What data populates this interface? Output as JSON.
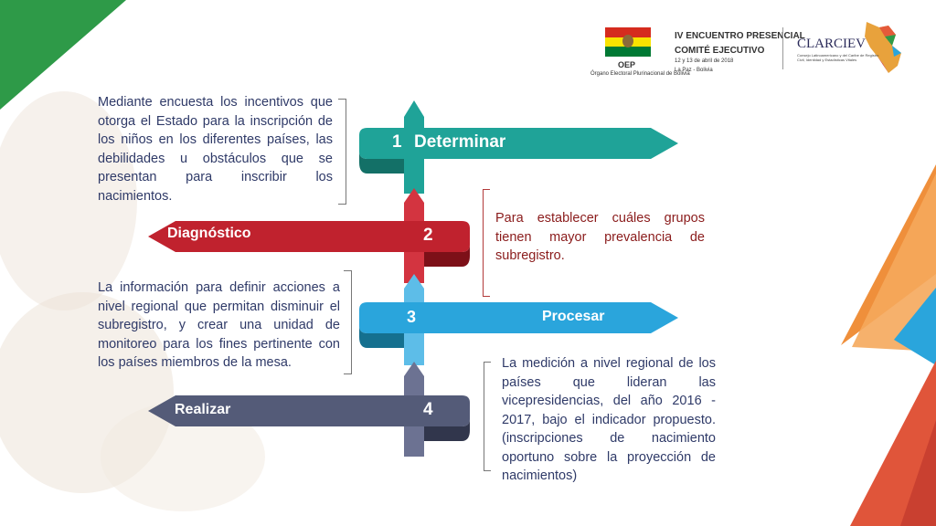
{
  "header": {
    "org_abbrev": "OEP",
    "org_name": "Órgano Electoral Plurinacional de Bolivia",
    "event_line1": "IV ENCUENTRO PRESENCIAL",
    "event_line2": "COMITÉ EJECUTIVO",
    "event_date": "12 y 13 de abril de 2018",
    "event_place": "La Paz - Bolivia",
    "clarciev_title": "CLARCIEV",
    "clarciev_sub": "Consejo Latinoamericano y del Caribe de Registro Civil, Identidad y Estadísticas Vitales"
  },
  "steps": [
    {
      "number": "1",
      "label": "Determinar",
      "color": "#1fa398",
      "text": "Mediante encuesta los incentivos que otorga el Estado para la inscripción de los niños en los diferentes países, las debilidades u obstáculos que se presentan para inscribir los nacimientos."
    },
    {
      "number": "2",
      "label": "Diagnóstico",
      "color": "#c0222e",
      "text": "Para establecer cuáles grupos tienen mayor prevalencia de subregistro."
    },
    {
      "number": "3",
      "label": "Procesar",
      "color": "#2aa5dc",
      "text": "La información para definir acciones a nivel regional que permitan disminuir el subregistro, y crear una unidad de monitoreo para los fines pertinente con los países miembros de la mesa."
    },
    {
      "number": "4",
      "label": "Realizar",
      "color": "#545b78",
      "text": "La medición a nivel regional  de los países que lideran las vicepresidencias, del año 2016 - 2017, bajo el indicador propuesto. (inscripciones de nacimiento oportuno sobre la proyección de nacimientos)"
    }
  ],
  "colors": {
    "green_corner": "#2e9a48",
    "orange": "#ef8f3b",
    "blue": "#2aa5dc",
    "red_orange": "#e0553a"
  }
}
